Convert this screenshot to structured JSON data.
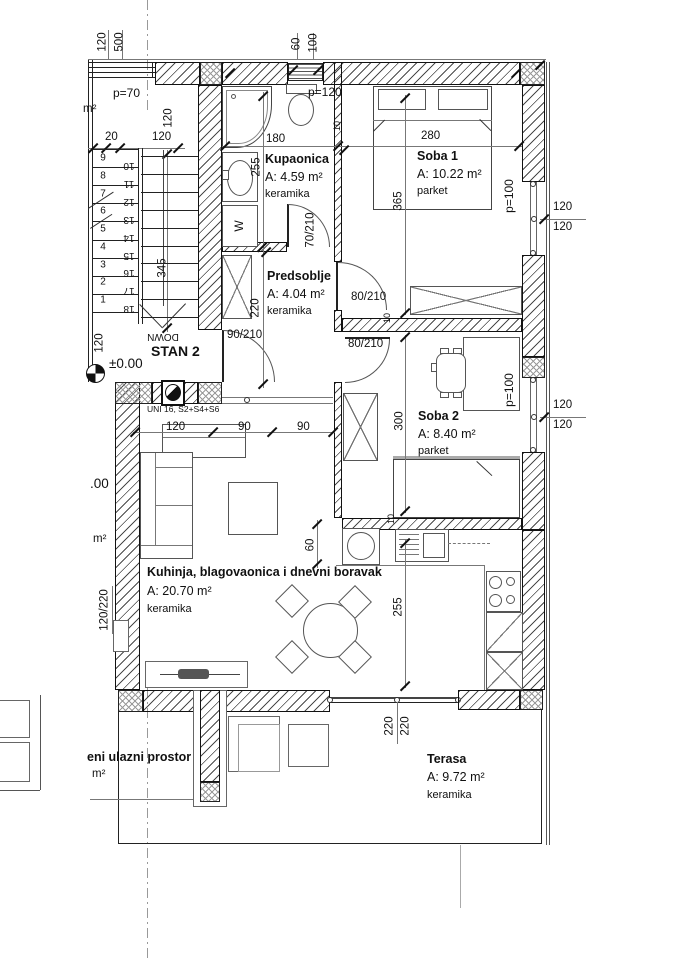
{
  "title": {
    "stan": "STAN 2",
    "elevation": "±0.00"
  },
  "rooms": {
    "kupaonica": {
      "name": "Kupaonica",
      "area": "A: 4.59 m²",
      "floor": "keramika"
    },
    "soba1": {
      "name": "Soba 1",
      "area": "A: 10.22 m²",
      "floor": "parket"
    },
    "predsoblje": {
      "name": "Predsoblje",
      "area": "A: 4.04 m²",
      "floor": "keramika"
    },
    "soba2": {
      "name": "Soba 2",
      "area": "A: 8.40 m²",
      "floor": "parket"
    },
    "kuhinja": {
      "name": "Kuhinja, blagovaonica i dnevni boravak",
      "area": "A: 20.70 m²",
      "floor": "keramika"
    },
    "terasa": {
      "name": "Terasa",
      "area": "A: 9.72 m²",
      "floor": "keramika"
    }
  },
  "doors": {
    "entry": "90/210",
    "soba1": "80/210",
    "soba2": "80/210",
    "kupaonica": "70/210",
    "main_entry": "UNI 16, S2+S4+S6"
  },
  "windows": {
    "top_left_parapet": "p=70",
    "bath_parapet": "p=120",
    "soba1_parapet": "p=100",
    "soba2_parapet": "p=100",
    "left_window": "120/220",
    "terrace_door_a": "220",
    "terrace_door_b": "220"
  },
  "dims": {
    "top_a": "120",
    "top_b": "500",
    "top_c": "60",
    "top_d": "100",
    "stair_w1": "20",
    "stair_w2": "120",
    "stair_landing": "120",
    "stair_len": "345",
    "stair_bottom": "120",
    "bath_w": "180",
    "bath_h": "255",
    "soba1_w": "280",
    "soba1_h": "365",
    "pred_h": "220",
    "soba2_h": "300",
    "kitchen_a": "120",
    "kitchen_b": "90",
    "kitchen_c": "90",
    "kitchen_d": "60",
    "kitchen_e": "255",
    "right_a": "120",
    "right_b": "120",
    "right_c": "120",
    "right_d": "120",
    "wall_a": "10",
    "wall_b": "10",
    "wall_c": "10"
  },
  "stairs": {
    "down": "DOWN",
    "left": [
      "9",
      "8",
      "7",
      "6",
      "5",
      "4",
      "3",
      "2",
      "1"
    ],
    "right": [
      "10",
      "11",
      "12",
      "13",
      "14",
      "15",
      "16",
      "17",
      "18"
    ]
  },
  "fixtures": {
    "washer": "W"
  },
  "partials": {
    "top_left_unit": "m²",
    "left_elevation": ".00",
    "left_unit": "m²",
    "bottom_text": "eni ulazni prostor",
    "bottom_unit": "m²"
  }
}
